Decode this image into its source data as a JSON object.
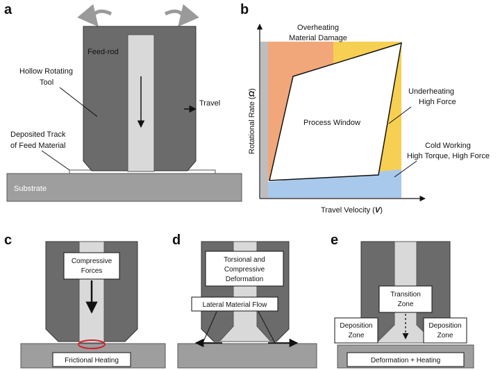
{
  "panels": {
    "a": {
      "letter": "a",
      "feed_rod": "Feed-rod",
      "tool_line1": "Hollow Rotating",
      "tool_line2": "Tool",
      "travel": "Travel",
      "deposit_line1": "Deposited Track",
      "deposit_line2": "of Feed Material",
      "substrate": "Substrate"
    },
    "b": {
      "letter": "b",
      "ylabel": "Rotational Rate (",
      "ylabel_sym": "Ω",
      "ylabel_end": ")",
      "xlabel": "Travel Velocity (",
      "xlabel_sym": "V",
      "xlabel_end": ")",
      "overheating_line1": "Overheating",
      "overheating_line2": "Material Damage",
      "process_window": "Process Window",
      "underheating_line1": "Underheating",
      "underheating_line2": "High Force",
      "cold_line1": "Cold Working",
      "cold_line2": "High Torque, High Force",
      "colors": {
        "overheating": "#f2a77a",
        "underheating": "#f7cf52",
        "cold": "#a9c9ec",
        "axis": "#111111"
      }
    },
    "c": {
      "letter": "c",
      "compressive_line1": "Compressive",
      "compressive_line2": "Forces",
      "frictional": "Frictional Heating",
      "heating_color": "#d4202a"
    },
    "d": {
      "letter": "d",
      "torsional_line1": "Torsional and",
      "torsional_line2": "Compressive",
      "torsional_line3": "Deformation",
      "lateral": "Lateral Material Flow"
    },
    "e": {
      "letter": "e",
      "transition_line1": "Transition",
      "transition_line2": "Zone",
      "deposition_left_line1": "Deposition",
      "deposition_left_line2": "Zone",
      "deposition_right_line1": "Deposition",
      "deposition_right_line2": "Zone",
      "deformation": "Deformation + Heating"
    }
  }
}
